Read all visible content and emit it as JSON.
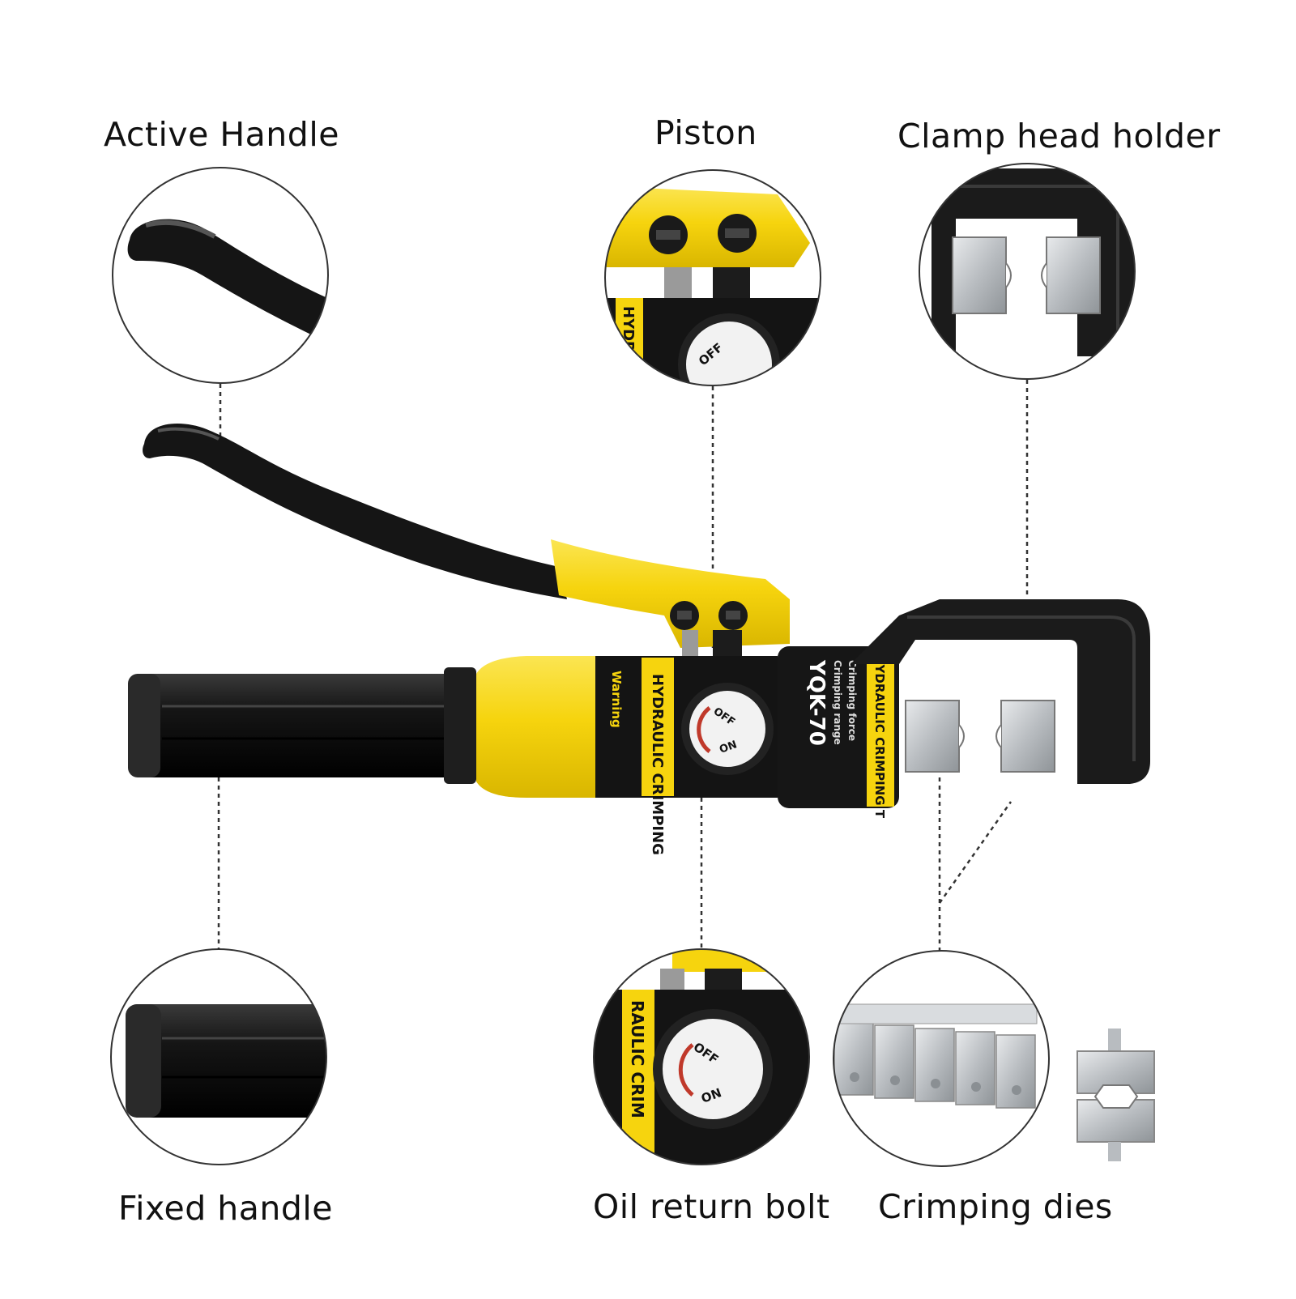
{
  "labels": {
    "active_handle": "Active Handle",
    "piston": "Piston",
    "clamp_head_holder": "Clamp head holder",
    "fixed_handle": "Fixed handle",
    "oil_return_bolt": "Oil return bolt",
    "crimping_dies": "Crimping dies"
  },
  "tool_print": {
    "model": "YQK-70",
    "band_text": "HYDRAULIC CRIMPING",
    "band_text_short": "HYDRA",
    "band_text_zoom": "RAULIC CRIM",
    "band_text_head": "HYDRAULIC CRIMPING T",
    "warning": "Warning",
    "crimping_range": "Crimping range",
    "crimping_force": "Crimping force",
    "valve_off": "OFF",
    "valve_on": "ON"
  },
  "colors": {
    "tool_black": "#151515",
    "tool_yellow": "#f6d40e",
    "die_silver": "#c9cccf"
  }
}
